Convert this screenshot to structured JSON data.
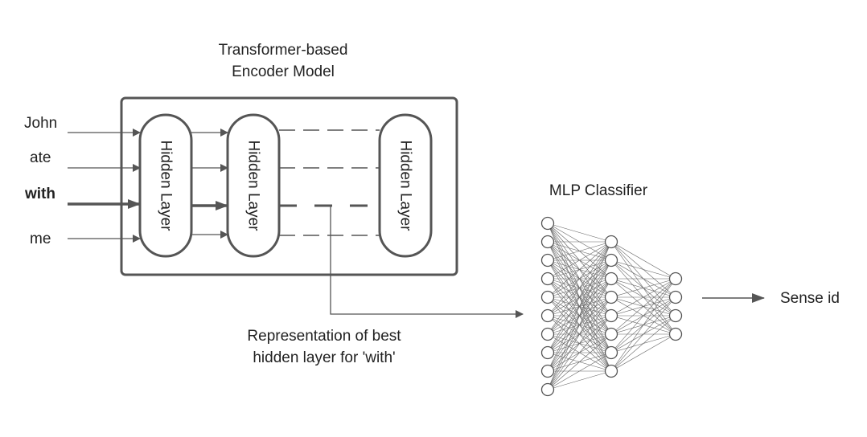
{
  "encoder": {
    "title_line1": "Transformer-based",
    "title_line2": "Encoder Model",
    "layer_label": "Hidden Layer"
  },
  "inputs": [
    {
      "word": "John",
      "emphasized": false
    },
    {
      "word": "ate",
      "emphasized": false
    },
    {
      "word": "with",
      "emphasized": true
    },
    {
      "word": "me",
      "emphasized": false
    }
  ],
  "representation": {
    "line1": "Representation of best",
    "line2": "hidden layer for 'with'"
  },
  "classifier": {
    "title": "MLP Classifier",
    "layers": [
      10,
      8,
      4
    ]
  },
  "output": {
    "label": "Sense id"
  },
  "colors": {
    "stroke": "#555555",
    "text": "#222222"
  }
}
